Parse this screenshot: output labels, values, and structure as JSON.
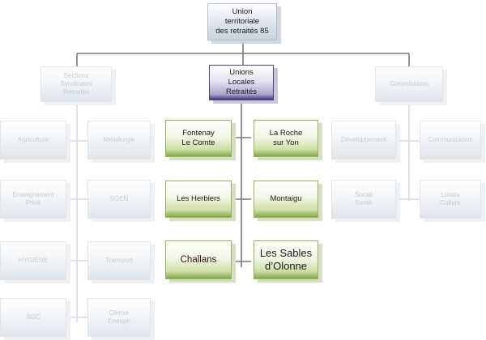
{
  "root": {
    "label": "Union\nterritoriale\ndes retraités 85"
  },
  "left_branch": {
    "label": "Sections\nSyndicales\nRetraités",
    "items": [
      "Agriculture",
      "Métallurgie",
      "Enseignement\nPrivé",
      "SGEN",
      "HYGIÈNE",
      "Transport",
      "SGC",
      "Chimie\nÉnergie"
    ]
  },
  "center_branch": {
    "label": "Unions\nLocales\nRetraités",
    "items": [
      "Fontenay\nLe Comte",
      "La Roche\nsur Yon",
      "Les Herbiers",
      "Montaigu",
      "Challans",
      "Les Sables\nd’Olonne"
    ]
  },
  "right_branch": {
    "label": "Commissions",
    "items": [
      "Développement",
      "Communication",
      "Social\nSanté",
      "Loisirs\nCulture"
    ]
  }
}
